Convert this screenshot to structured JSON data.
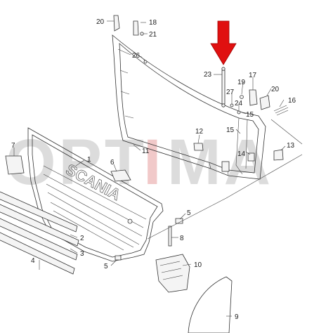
{
  "watermark": {
    "text_left": "OPT",
    "text_accent": "I",
    "text_right": "MA"
  },
  "brand_logo_text": "SCANIA",
  "colors": {
    "arrow": "#e01010",
    "lines": "#333333",
    "watermark": "#dcdcdc"
  },
  "callouts": [
    "20",
    "18",
    "21",
    "26",
    "23",
    "19",
    "17",
    "27",
    "24",
    "20",
    "16",
    "15",
    "12",
    "15",
    "14",
    "13",
    "11",
    "7",
    "1",
    "6",
    "5",
    "8",
    "2",
    "3",
    "4",
    "5",
    "10",
    "9"
  ]
}
